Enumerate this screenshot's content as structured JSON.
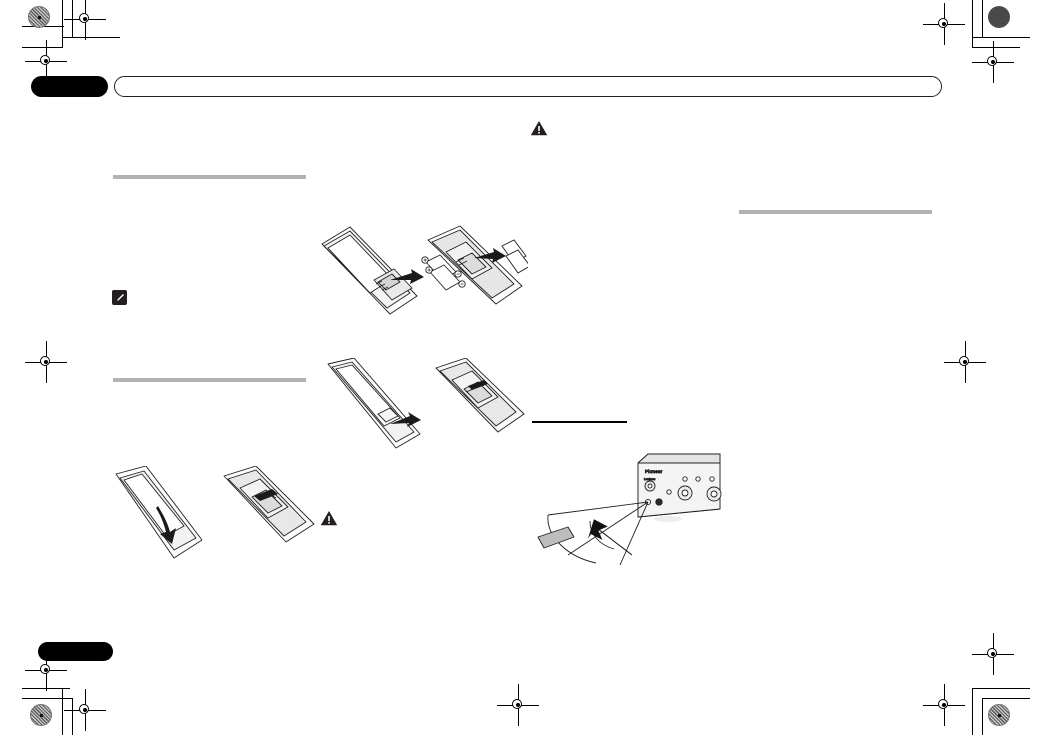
{
  "document": {
    "type": "print-proof-page",
    "brand_mark": "Pioneer",
    "page_background": "#ffffff"
  },
  "header": {
    "chapter_tab_label": "",
    "title_bar_label": "",
    "tab_color": "#000000",
    "title_bar_border_color": "#231f20"
  },
  "footer": {
    "chapter_tab_label": "",
    "tab_color": "#000000"
  },
  "rules": {
    "gray_color": "#b3b3b3",
    "black_color": "#000000",
    "left_rule_1_label": "",
    "left_rule_2_label": "",
    "right_rule_label": "",
    "center_rule_label": ""
  },
  "icons": {
    "warning_top": "warning-triangle-icon",
    "warning_bottom": "warning-triangle-icon",
    "note": "note-pencil-icon",
    "registration": "registration-target-icon",
    "color_patch": "color-registration-dot"
  },
  "figures": [
    {
      "id": "fig-battery-insert",
      "name": "remote-battery-insert-illustration",
      "caption": "",
      "description": "Remote control with battery compartment open, two AAA batteries shown being inserted with polarity marks",
      "battery_count": 2,
      "polarity_marks": [
        "+",
        "-"
      ]
    },
    {
      "id": "fig-cover-slide",
      "name": "remote-cover-slide-illustration",
      "caption": "",
      "description": "Remote control rear cover being slid off / closed"
    },
    {
      "id": "fig-cover-open",
      "name": "remote-cover-open-illustration",
      "caption": "",
      "description": "Remote control rear cover opening direction with arrow"
    },
    {
      "id": "fig-ir-range",
      "name": "remote-operating-range-illustration",
      "caption": "",
      "description": "Receiver front panel with remote sensor and remote control operating angle/range cone",
      "receiver_brand": "Pioneer",
      "angle_label": "",
      "distance_label": ""
    }
  ],
  "crop_marks": {
    "top_left": "crop-mark",
    "top_right": "crop-mark",
    "bottom_left": "crop-mark",
    "bottom_right": "crop-mark"
  }
}
